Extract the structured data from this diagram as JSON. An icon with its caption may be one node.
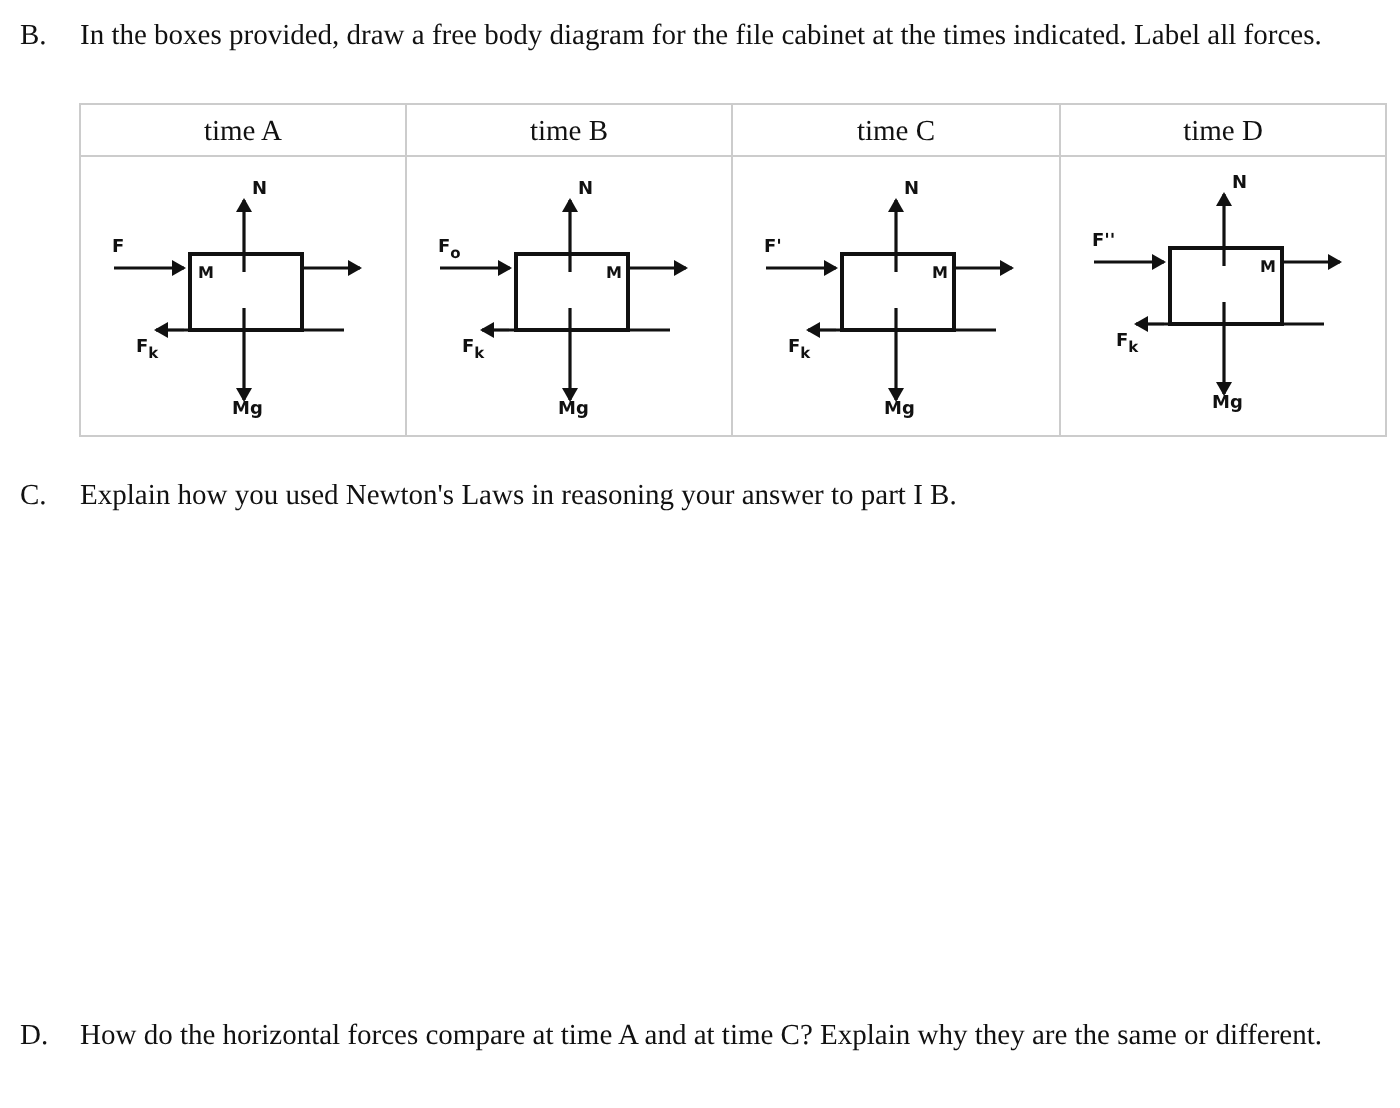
{
  "diagram": {
    "nodes": [
      {
        "text": [
          "M"
        ]
      },
      {
        "text": [
          "M"
        ]
      },
      {
        "text": [
          "M"
        ]
      },
      {
        "text": [
          "M"
        ]
      }
    ],
    "labels": [
      "B.",
      "In the boxes provided, draw a free body diagram for the file cabinet at the times indicated. Label all forces.",
      "time A",
      "time B",
      "time C",
      "time D",
      "N",
      "F",
      "F$_{k}$",
      "Mg",
      "N",
      "F$_{o}$",
      "F$_{k}$",
      "Mg",
      "N",
      "F'",
      "F$_{k}$",
      "Mg",
      "N",
      "F''",
      "F$_{k}$",
      "Mg",
      "C.",
      "Explain how you used Newton's Laws in reasoning your answer to part I B.",
      "D.",
      "How do the horizontal forces compare at time A and at time C? Explain why they are the same or different."
    ]
  }
}
